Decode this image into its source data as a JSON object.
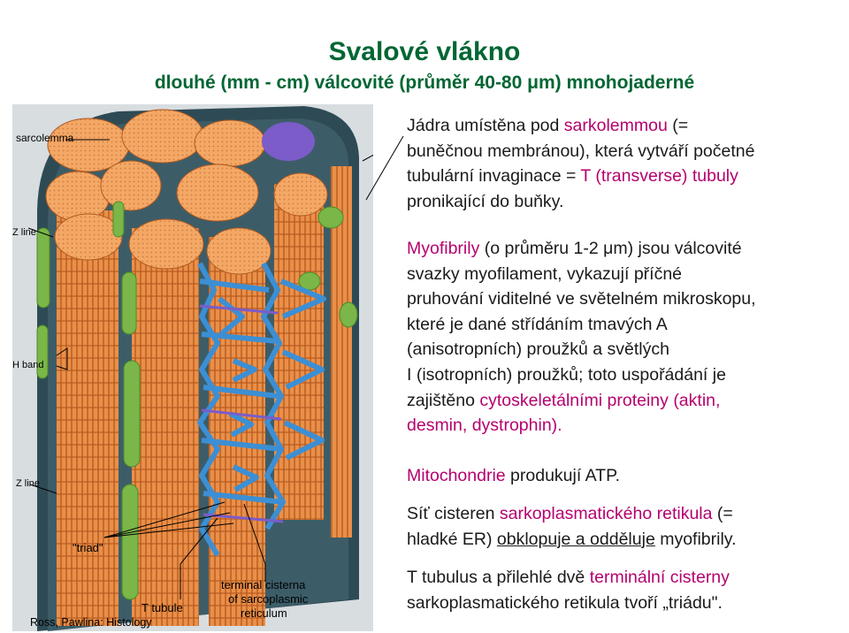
{
  "slide": {
    "title": "Svalové vlákno",
    "subtitle": "dlouhé (mm - cm) válcovité (průměr 40-80 μm) mnohojaderné"
  },
  "figure": {
    "labels": {
      "sarcolemma": "sarcolemma",
      "z_line_top": "Z line",
      "h_band": "H band",
      "z_line_bottom": "Z line",
      "triad": "\"triad\"",
      "t_tubule": "T tubule",
      "terminal_1": "terminal cisterna",
      "terminal_2": "of sarcoplasmic",
      "terminal_3": "reticulum",
      "credit": "Ross, Pawlina: Histology"
    },
    "colors": {
      "myofibril": "#e8904a",
      "myofibril_dark": "#c96a2a",
      "mitochondria": "#7ab648",
      "reticulum": "#3c8fd4",
      "cytoplasm": "#2e4b55",
      "panel_bg": "#d8dde0",
      "t_tubule": "#7b5cc9"
    }
  },
  "text": {
    "p1": {
      "l1a": "Jádra umístěna pod ",
      "l1b": "sarkolemmou",
      "l1c": " (=",
      "l2": "buněčnou membránou), která vytváří početné",
      "l3a": "tubulární invaginace = ",
      "l3b": "T (transverse) tubuly",
      "l4": "pronikající do buňky."
    },
    "p2": {
      "l1a": "Myofibrily",
      "l1b": " (o průměru 1-2 μm) jsou válcovité",
      "l2": "svazky myofilament, vykazují příčné",
      "l3": "pruhování viditelné ve světelném mikroskopu,",
      "l4": "které je dané střídáním tmavých  A",
      "l5": "(anisotropních) proužků a světlých",
      "l6": "I (isotropních) proužků; toto uspořádání je",
      "l7a": "zajištěno  ",
      "l7b": "cytoskeletálními proteiny (aktin,",
      "l8": "desmin, dystrophin)."
    },
    "p3": {
      "a": "Mitochondrie",
      "b": " produkují ATP."
    },
    "p4": {
      "l1a": "Síť cisteren ",
      "l1b": "sarkoplasmatického retikula",
      "l1c": " (=",
      "l2a": "hladké ER) ",
      "l2b": "obklopuje a odděluje",
      "l2c": " myofibrily."
    },
    "p5": {
      "l1a": "T tubulus a přilehlé dvě ",
      "l1b": "terminální cisterny",
      "l2": "sarkoplasmatického retikula tvoří „triádu\"."
    }
  }
}
